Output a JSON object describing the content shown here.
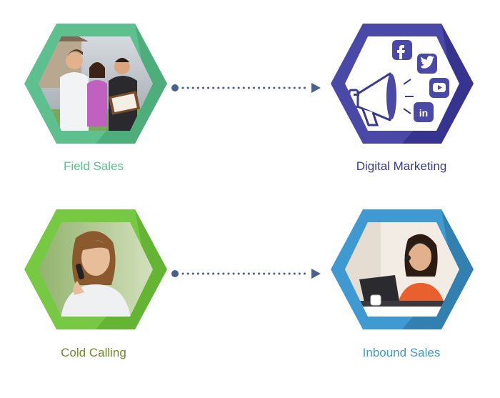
{
  "nodes": {
    "field_sales": {
      "label": "Field Sales",
      "color": "#5ec08e",
      "color_dark": "#3f9e6e"
    },
    "digital_marketing": {
      "label": "Digital Marketing",
      "color": "#4a49a8",
      "color_dark": "#2f2c86"
    },
    "cold_calling": {
      "label": "Cold Calling",
      "color": "#77c943",
      "color_dark": "#5aa82c",
      "label_color": "#6b8a2a"
    },
    "inbound_sales": {
      "label": "Inbound Sales",
      "color": "#3e9ad0",
      "color_dark": "#2a6f99"
    }
  },
  "connector_color": "#4a5f8a",
  "social_icons": [
    "facebook-icon",
    "twitter-icon",
    "youtube-icon",
    "linkedin-icon"
  ]
}
